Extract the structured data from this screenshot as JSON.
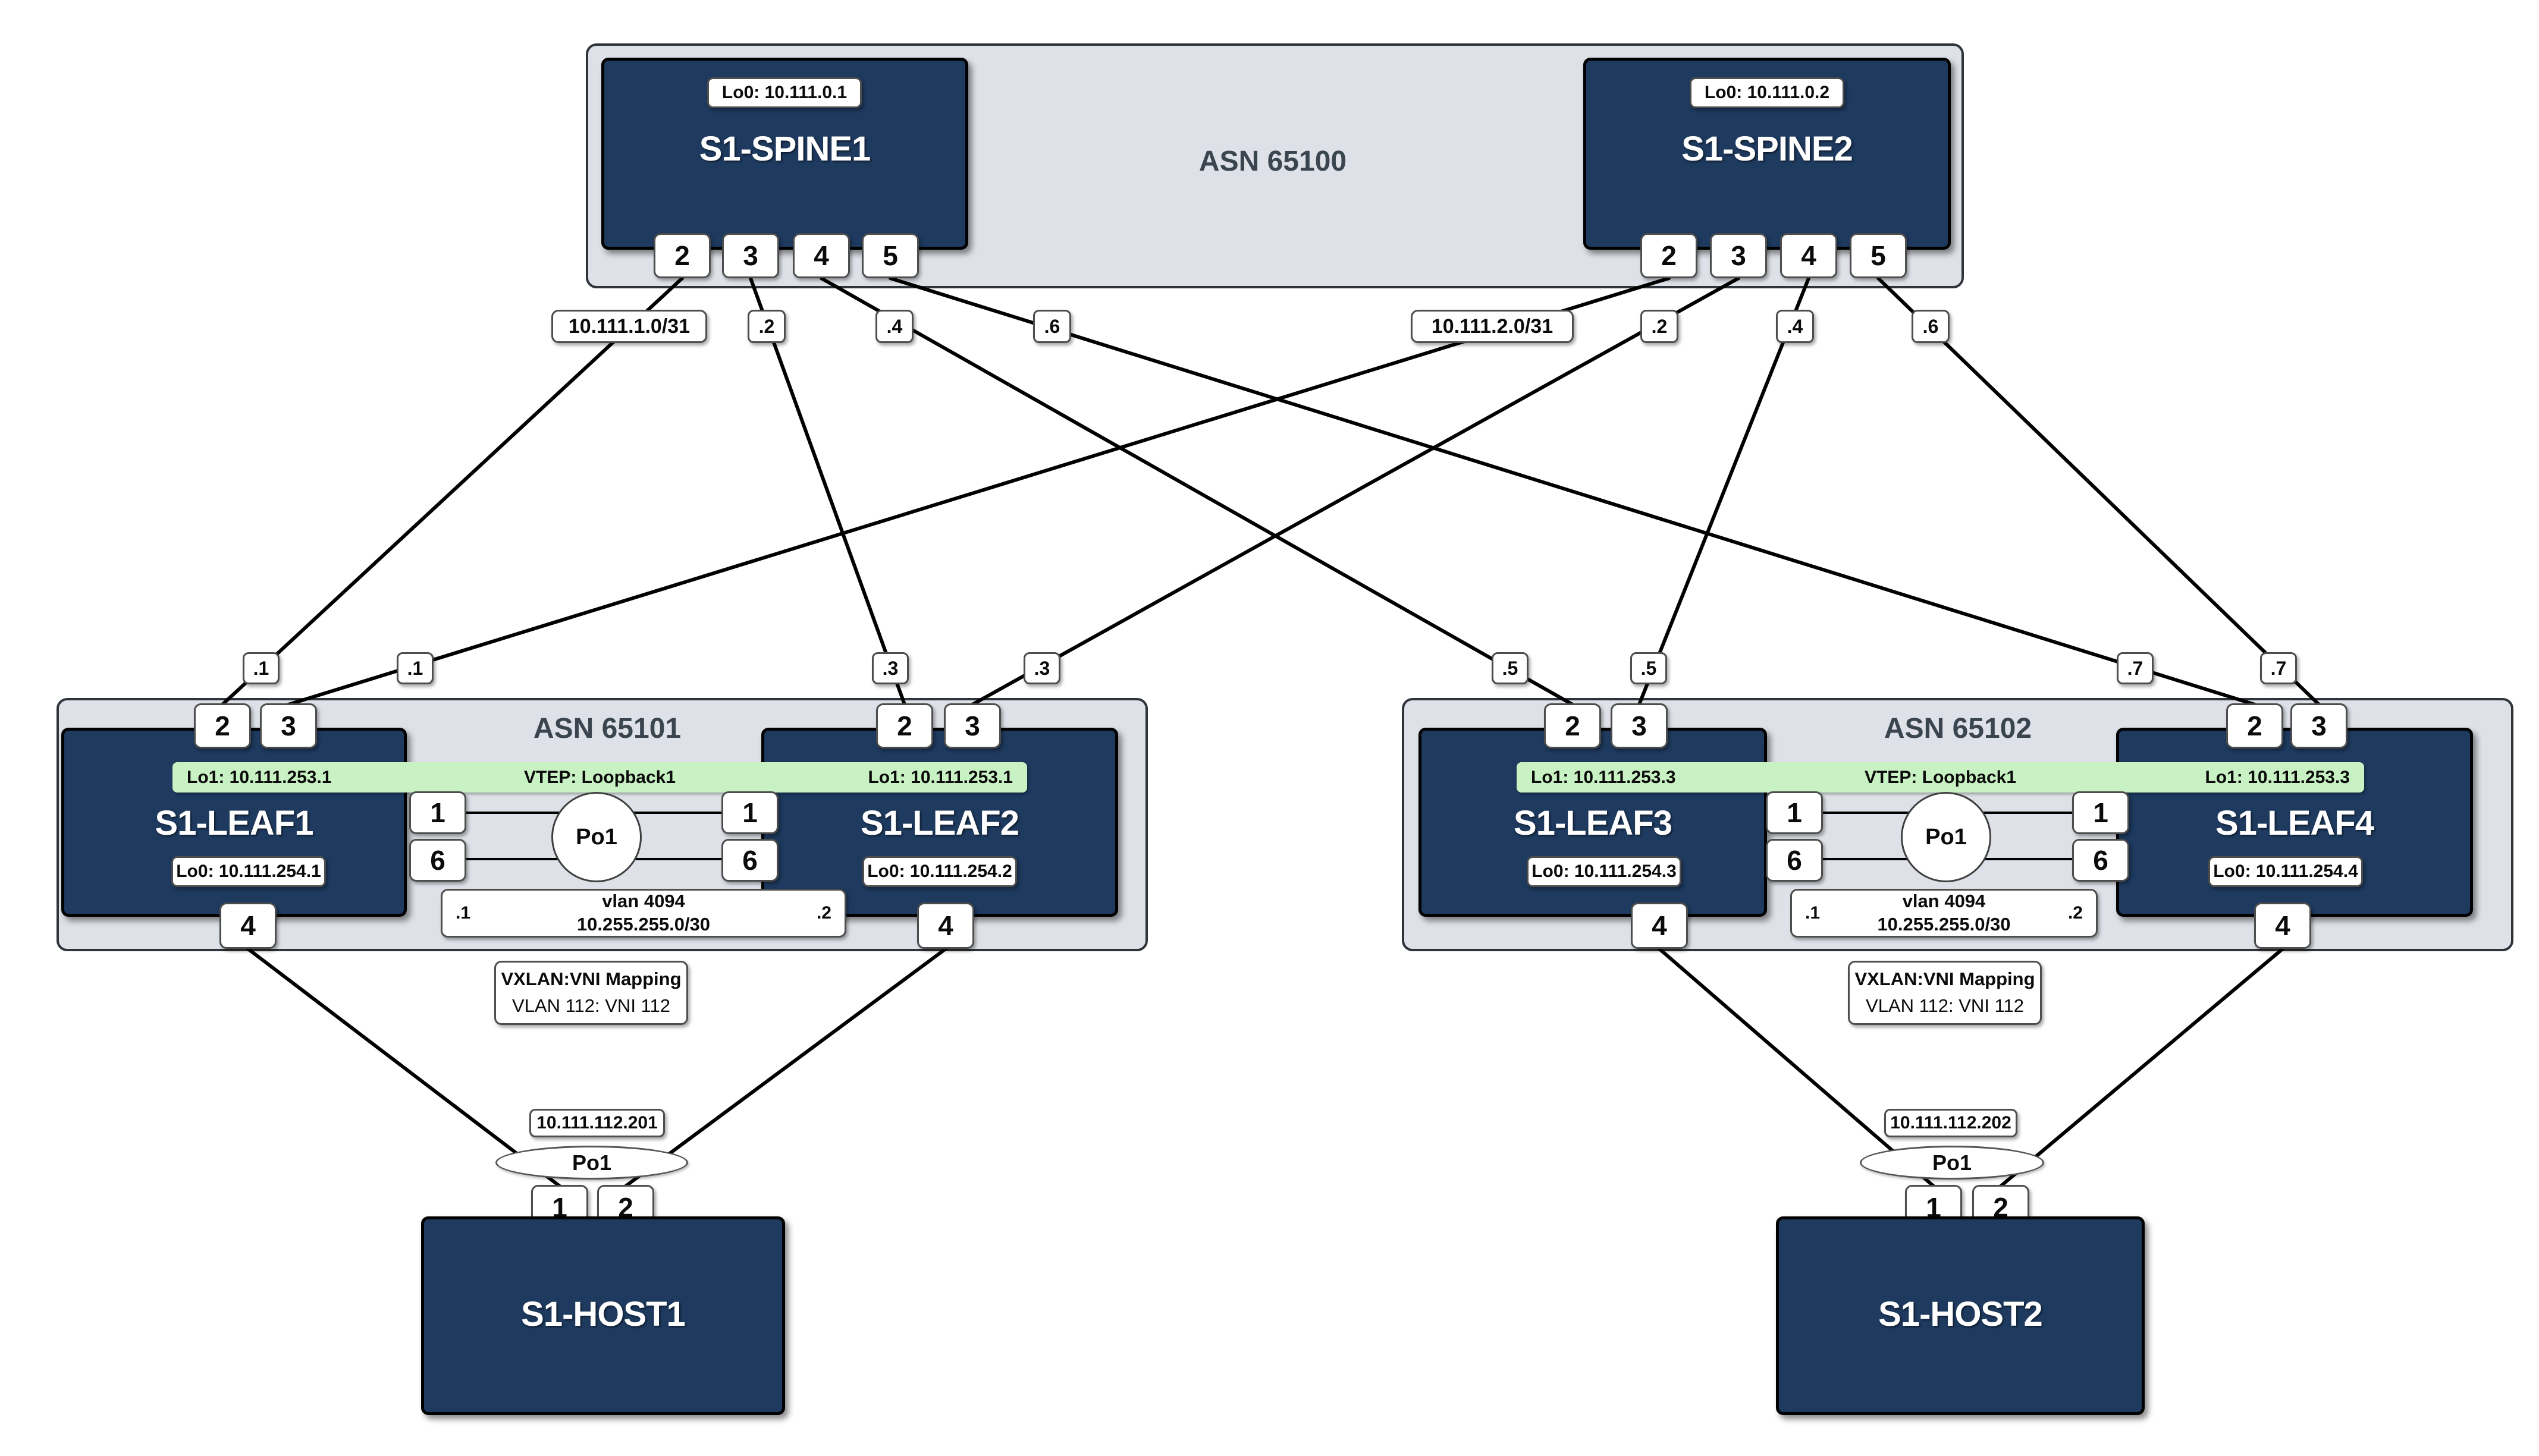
{
  "colors": {
    "node_navy": "#1e3a5f",
    "panel_gray": "#dee2e8",
    "vtep_green": "#c9f2c4",
    "line_black": "#000000",
    "asn_text": "#3a4550"
  },
  "spine_panel": {
    "asn": "ASN 65100",
    "spine1": {
      "name": "S1-SPINE1",
      "lo0": "Lo0: 10.111.0.1",
      "ports": [
        "2",
        "3",
        "4",
        "5"
      ]
    },
    "spine2": {
      "name": "S1-SPINE2",
      "lo0": "Lo0: 10.111.0.2",
      "ports": [
        "2",
        "3",
        "4",
        "5"
      ]
    }
  },
  "uplinks": {
    "spine1": {
      "subnet": "10.111.1.0/31",
      "octets": [
        ".2",
        ".4",
        ".6"
      ]
    },
    "spine2": {
      "subnet": "10.111.2.0/31",
      "octets": [
        ".2",
        ".4",
        ".6"
      ]
    },
    "leaf_octets": [
      ".1",
      ".1",
      ".3",
      ".3",
      ".5",
      ".5",
      ".7",
      ".7"
    ]
  },
  "pods": [
    {
      "asn": "ASN 65101",
      "vtep": "VTEP: Loopback1",
      "leaves": [
        {
          "name": "S1-LEAF1",
          "lo1": "Lo1: 10.111.253.1",
          "lo0": "Lo0: 10.111.254.1",
          "port2": "2",
          "port3": "3",
          "port1": "1",
          "port6": "6",
          "port4": "4"
        },
        {
          "name": "S1-LEAF2",
          "lo1": "Lo1: 10.111.253.1",
          "lo0": "Lo0: 10.111.254.2",
          "port2": "2",
          "port3": "3",
          "port1": "1",
          "port6": "6",
          "port4": "4"
        }
      ],
      "mlag": {
        "po": "Po1",
        "vlan": "vlan 4094",
        "subnet": "10.255.255.0/30",
        "left_octet": ".1",
        "right_octet": ".2"
      },
      "vxlan": {
        "title": "VXLAN:VNI Mapping",
        "mapping": "VLAN 112: VNI 112"
      },
      "host": {
        "name": "S1-HOST1",
        "ip": "10.111.112.201",
        "po": "Po1",
        "port1": "1",
        "port2": "2"
      }
    },
    {
      "asn": "ASN 65102",
      "vtep": "VTEP: Loopback1",
      "leaves": [
        {
          "name": "S1-LEAF3",
          "lo1": "Lo1: 10.111.253.3",
          "lo0": "Lo0: 10.111.254.3",
          "port2": "2",
          "port3": "3",
          "port1": "1",
          "port6": "6",
          "port4": "4"
        },
        {
          "name": "S1-LEAF4",
          "lo1": "Lo1: 10.111.253.3",
          "lo0": "Lo0: 10.111.254.4",
          "port2": "2",
          "port3": "3",
          "port1": "1",
          "port6": "6",
          "port4": "4"
        }
      ],
      "mlag": {
        "po": "Po1",
        "vlan": "vlan 4094",
        "subnet": "10.255.255.0/30",
        "left_octet": ".1",
        "right_octet": ".2"
      },
      "vxlan": {
        "title": "VXLAN:VNI Mapping",
        "mapping": "VLAN 112: VNI 112"
      },
      "host": {
        "name": "S1-HOST2",
        "ip": "10.111.112.202",
        "po": "Po1",
        "port1": "1",
        "port2": "2"
      }
    }
  ]
}
